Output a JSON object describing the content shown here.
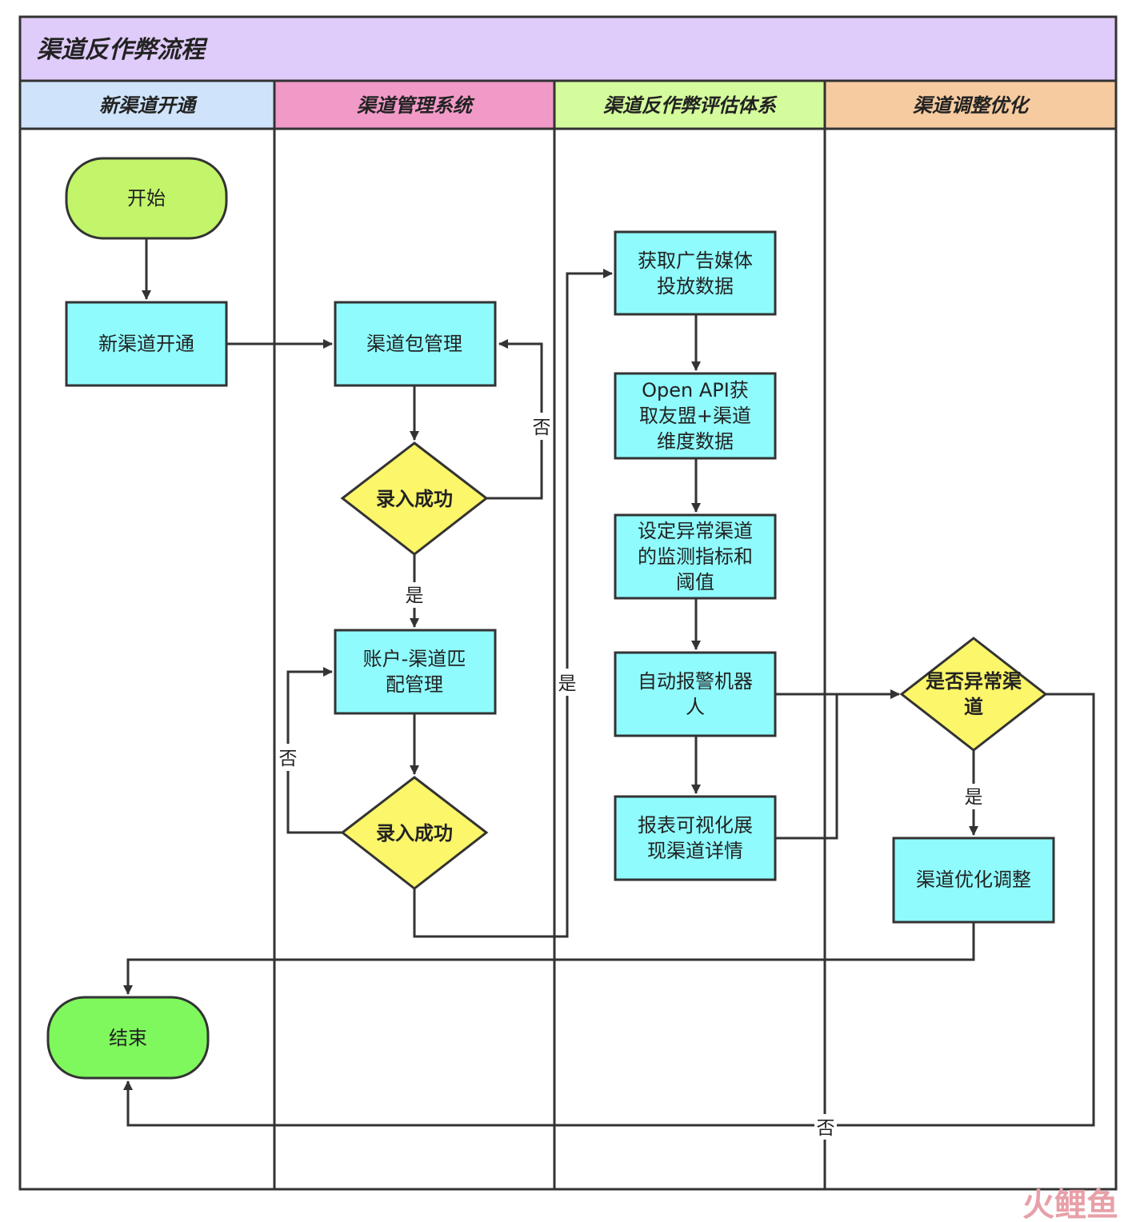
{
  "title": "渠道反作弊流程",
  "lanes": [
    "新渠道开通",
    "渠道管理系统",
    "渠道反作弊评估体系",
    "渠道调整优化"
  ],
  "colors": {
    "title_bg": "#e0ccfa",
    "lane1_bg": "#cfe3fb",
    "lane2_bg": "#f19ac8",
    "lane3_bg": "#d4fb9c",
    "lane4_bg": "#f6cba0",
    "process": "#8ffbfc",
    "decision": "#fbf66a",
    "start": "#c2f56a",
    "end": "#7ef85c"
  },
  "nodes": {
    "start": [
      "开始"
    ],
    "new_channel": [
      "新渠道开通"
    ],
    "package_mgmt": [
      "渠道包管理"
    ],
    "decision1": [
      "录入成功"
    ],
    "account_match": [
      "账户-渠道匹",
      "配管理"
    ],
    "decision2": [
      "录入成功"
    ],
    "get_ad_data": [
      "获取广告媒体",
      "投放数据"
    ],
    "open_api": [
      "Open API获",
      "取友盟+渠道",
      "维度数据"
    ],
    "set_threshold": [
      "设定异常渠道",
      "的监测指标和",
      "阈值"
    ],
    "alarm_robot": [
      "自动报警机器",
      "人"
    ],
    "report": [
      "报表可视化展",
      "现渠道详情"
    ],
    "decision3": [
      "是否异常渠",
      "道"
    ],
    "optimize": [
      "渠道优化调整"
    ],
    "end": [
      "结束"
    ]
  },
  "edge_labels": {
    "no1": "否",
    "yes1": "是",
    "no2": "否",
    "yes2": "是",
    "yes3": "是",
    "no3": "否"
  },
  "watermark": "火鲤鱼"
}
